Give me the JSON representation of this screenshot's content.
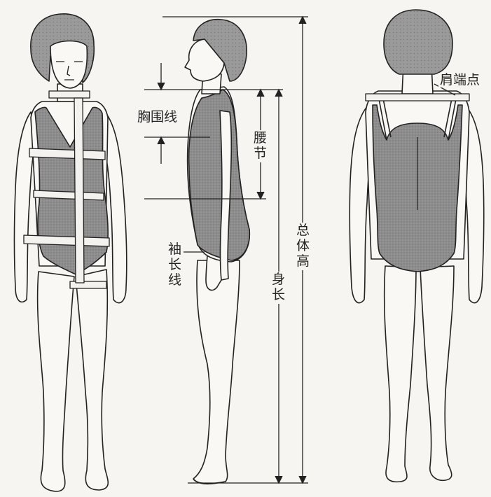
{
  "labels": {
    "chest_line": "胸围线",
    "waist_section": "腰节",
    "sleeve_line": "袖长线",
    "total_height": "总体高",
    "body_length": "身长",
    "shoulder_point": "肩端点"
  },
  "colors": {
    "paper": "#f7f5f1",
    "ink": "#222222",
    "swimsuit": "#8d8d8d",
    "hair": "#9a9a9a",
    "skin": "#faf8f4"
  }
}
